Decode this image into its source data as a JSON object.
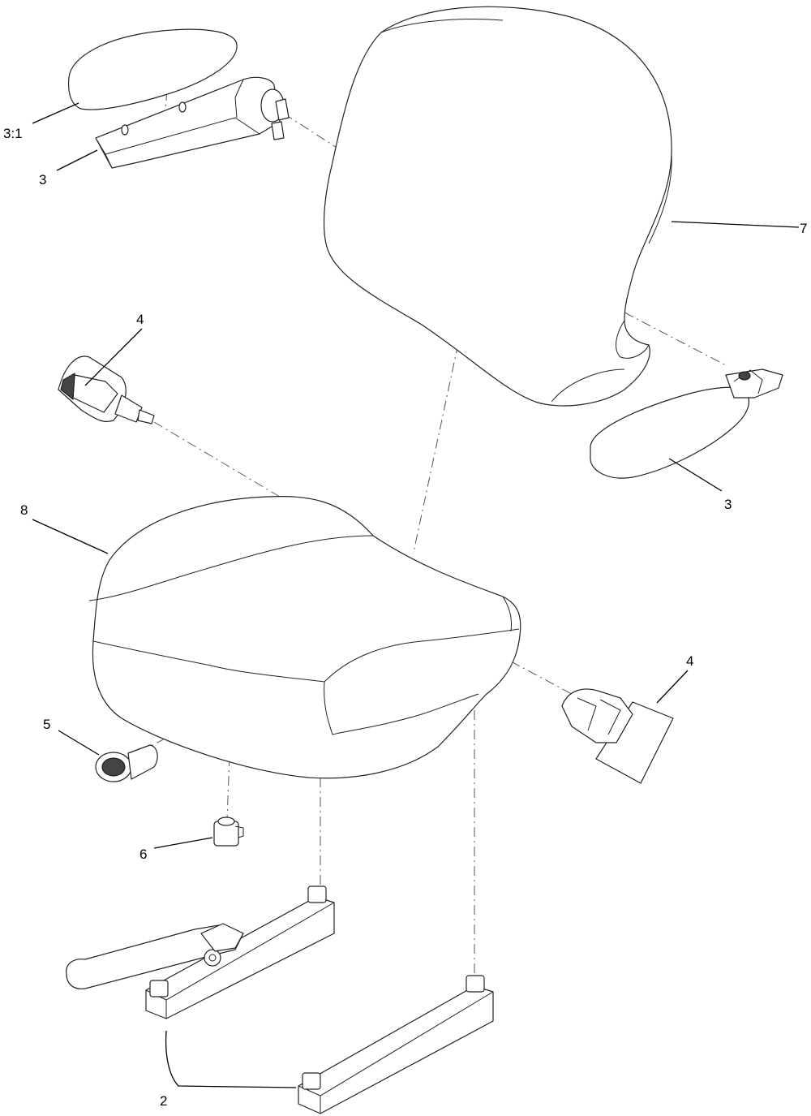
{
  "callouts": [
    {
      "id": "c-3-1",
      "text": "3:1"
    },
    {
      "id": "c-3-top",
      "text": "3"
    },
    {
      "id": "c-7",
      "text": "7"
    },
    {
      "id": "c-4-top",
      "text": "4"
    },
    {
      "id": "c-3-right",
      "text": "3"
    },
    {
      "id": "c-8",
      "text": "8"
    },
    {
      "id": "c-4-right",
      "text": "4"
    },
    {
      "id": "c-5",
      "text": "5"
    },
    {
      "id": "c-6",
      "text": "6"
    },
    {
      "id": "c-2",
      "text": "2"
    }
  ],
  "colors": {
    "line": "#222222",
    "background": "#ffffff"
  }
}
